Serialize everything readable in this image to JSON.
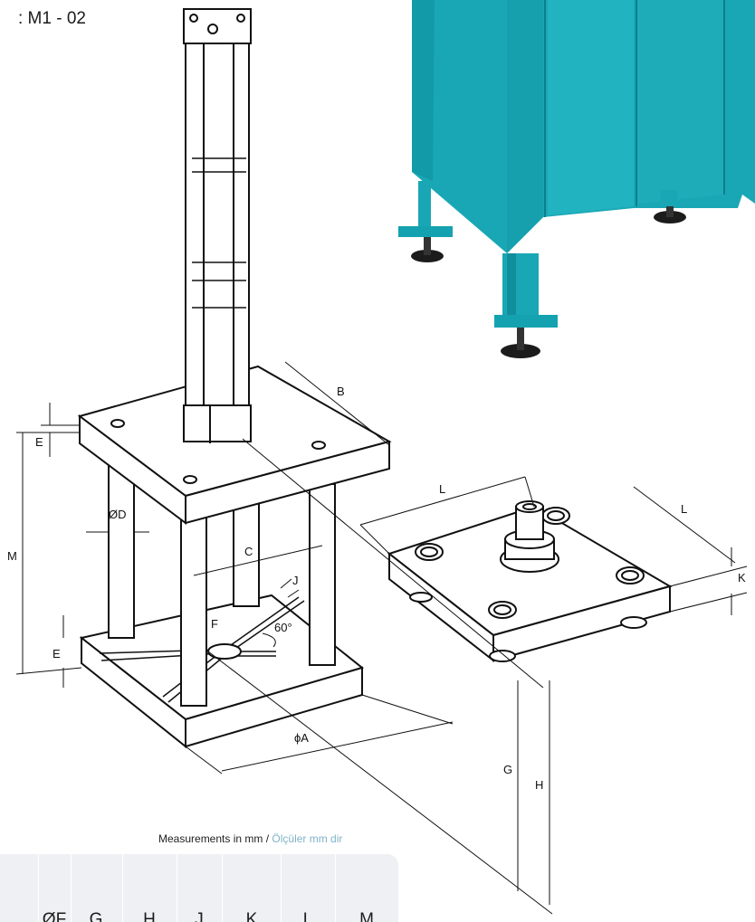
{
  "model_code": ": M1 - 02",
  "dimensions": {
    "A": "ϕA",
    "B": "B",
    "C": "C",
    "D": "ØD",
    "E_top": "E",
    "E_bottom": "E",
    "F": "F",
    "G": "G",
    "H": "H",
    "J": "J",
    "K": "K",
    "L_top": "L",
    "L_side": "L",
    "M": "M",
    "angle": "60°"
  },
  "note": {
    "en": "Measurements in mm",
    "separator": " / ",
    "tr": "Ölçüler mm dir"
  },
  "table": {
    "headers": [
      "ØF",
      "G",
      "H",
      "J",
      "K",
      "L",
      "M"
    ]
  },
  "colors": {
    "machine": "#1aa7b5",
    "machine_dark": "#0d7f8c",
    "table_bg": "#eef0f3",
    "note_tr": "#7fb3c8"
  }
}
